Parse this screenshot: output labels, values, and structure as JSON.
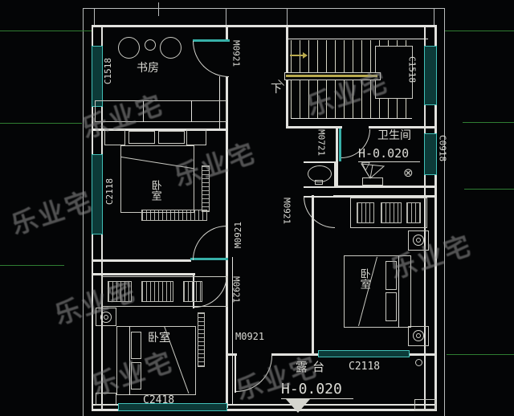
{
  "drawing": {
    "type": "architectural-floor-plan",
    "rooms": [
      {
        "id": "study",
        "label": "书房"
      },
      {
        "id": "bedroom-left",
        "label": "卧室"
      },
      {
        "id": "bedroom-right",
        "label": "卧室"
      },
      {
        "id": "bedroom-bottom",
        "label": "卧室"
      },
      {
        "id": "bathroom",
        "label": "卫生间",
        "elevation": "H-0.020"
      },
      {
        "id": "terrace",
        "label": "露台",
        "elevation": "H-0.020"
      },
      {
        "id": "stairwell",
        "down_label": "下"
      }
    ],
    "windows": [
      {
        "id": "study-left-window",
        "label": "C1518"
      },
      {
        "id": "stairwell-right-window",
        "label": "C1518"
      },
      {
        "id": "bedroom-left-window",
        "label": "C2118"
      },
      {
        "id": "bathroom-right-window",
        "label": "C0918"
      },
      {
        "id": "bedroom-bottom-window",
        "label": "C2418"
      },
      {
        "id": "terrace-window",
        "label": "C2118"
      }
    ],
    "doors": [
      {
        "id": "study-door",
        "label": "M0921"
      },
      {
        "id": "bathroom-door",
        "label": "M0721"
      },
      {
        "id": "bedroom-right-door",
        "label": "M0921"
      },
      {
        "id": "bedroom-left-door",
        "label": "M0921"
      },
      {
        "id": "bedroom-bottom-door",
        "label": "M0921"
      },
      {
        "id": "terrace-door",
        "label": "M0921"
      }
    ],
    "symbols": {
      "elevation_triangle": "▽",
      "floor_drain": "⊗"
    },
    "colors": {
      "background": "#040506",
      "wall": "#e2e2de",
      "window": "#41c0b8",
      "axis_line": "#2f7d32",
      "handrail": "#b9aa4e",
      "watermark": "#929292"
    }
  },
  "watermark": {
    "text": "乐业宅"
  }
}
